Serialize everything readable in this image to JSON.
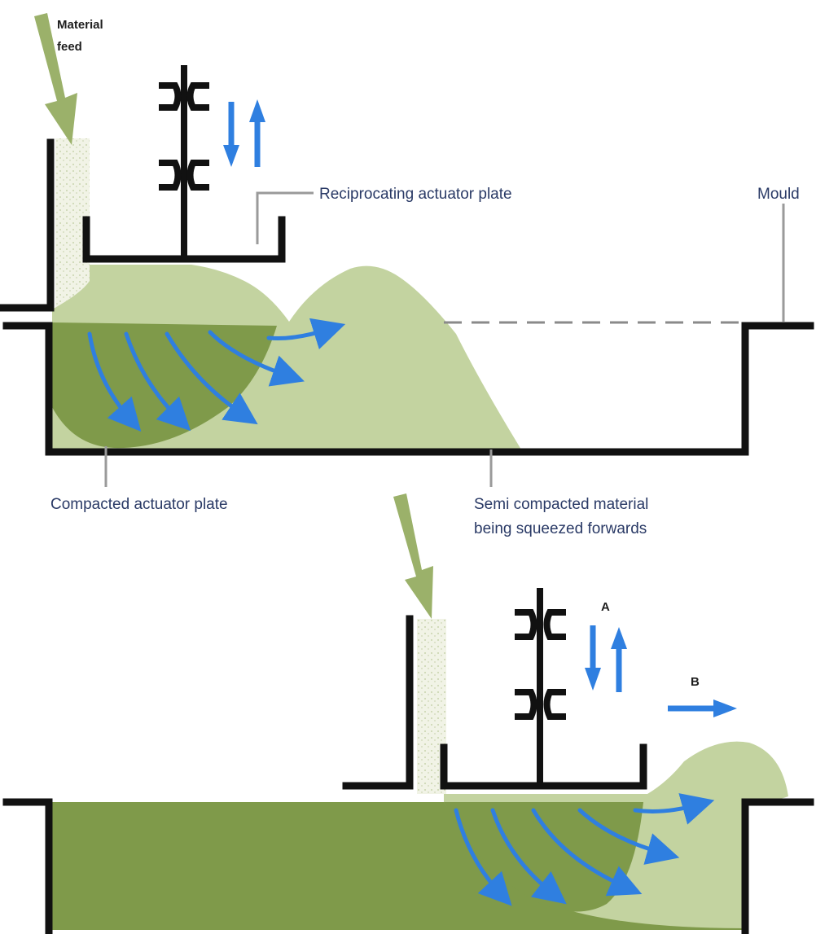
{
  "labels": {
    "material_feed": [
      "Material",
      "feed"
    ],
    "reciprocating_actuator_plate": "Reciprocating actuator plate",
    "mould": "Mould",
    "compacted_actuator_plate": "Compacted actuator plate",
    "semi_compacted_material": [
      "Semi compacted material",
      "being squeezed forwards"
    ],
    "marker_a": "A",
    "marker_b": "B"
  },
  "colors": {
    "light_material": "#c3d3a0",
    "compacted_material": "#7f9a4a",
    "feed_arrow": "#9bb16a",
    "flow_arrow": "#2f7fe0",
    "outline": "#111111",
    "label_text": "#2a3a66"
  },
  "icons": {
    "material_feed_arrow": "down-arrow-icon",
    "vertical_motion": "up-down-arrow-icon",
    "forward_motion": "right-arrow-icon"
  }
}
